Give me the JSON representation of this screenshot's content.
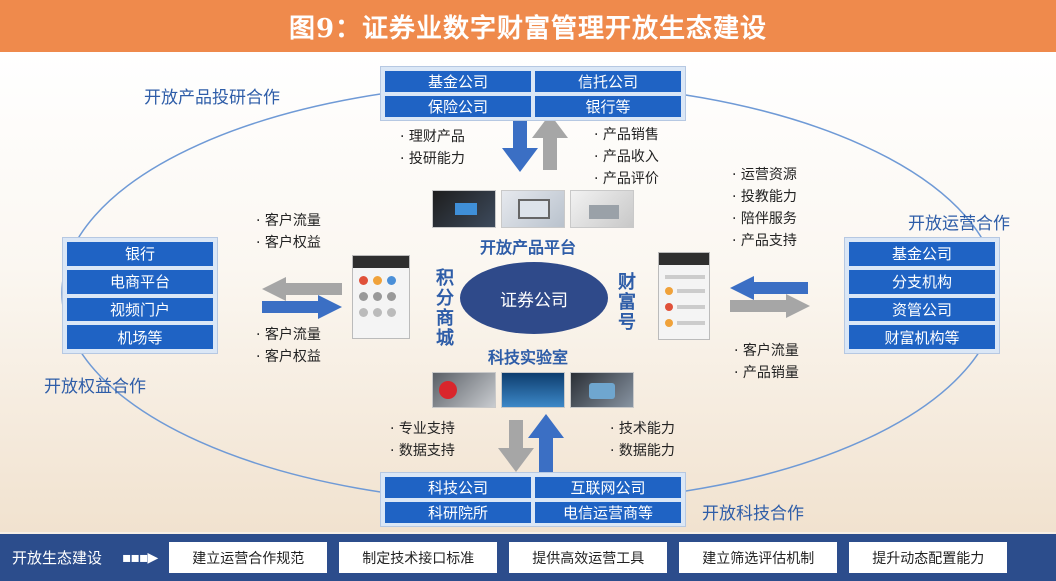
{
  "title": "图9：证券业数字财富管理开放生态建设",
  "center": "证券公司",
  "platforms": {
    "top": "开放产品平台",
    "bottom": "科技实验室",
    "left": "积分商城",
    "right": "财富号"
  },
  "corners": {
    "top_left": "开放产品投研合作",
    "right": "开放运营合作",
    "left": "开放权益合作",
    "bottom_right": "开放科技合作"
  },
  "top_boxes": [
    "基金公司",
    "信托公司",
    "保险公司",
    "银行等"
  ],
  "left_boxes": [
    "银行",
    "电商平台",
    "视频门户",
    "机场等"
  ],
  "right_boxes": [
    "基金公司",
    "分支机构",
    "资管公司",
    "财富机构等"
  ],
  "bottom_boxes": [
    "科技公司",
    "互联网公司",
    "科研院所",
    "电信运营商等"
  ],
  "flows": {
    "top_down": [
      "理财产品",
      "投研能力"
    ],
    "top_up": [
      "产品销售",
      "产品收入",
      "产品评价"
    ],
    "left_upper": [
      "客户流量",
      "客户权益"
    ],
    "left_lower": [
      "客户流量",
      "客户权益"
    ],
    "right_upper": [
      "运营资源",
      "投教能力",
      "陪伴服务",
      "产品支持"
    ],
    "right_lower": [
      "客户流量",
      "产品销量"
    ],
    "bottom_left": [
      "专业支持",
      "数据支持"
    ],
    "bottom_right": [
      "技术能力",
      "数据能力"
    ]
  },
  "footer": {
    "label": "开放生态建设",
    "items": [
      "建立运营合作规范",
      "制定技术接口标准",
      "提供高效运营工具",
      "建立筛选评估机制",
      "提升动态配置能力"
    ]
  },
  "colors": {
    "header": "#ef8a4c",
    "box": "#1f63c4",
    "footer": "#2c4d8c",
    "center": "#2f4a8a",
    "arrow_blue": "#3b6fc4",
    "arrow_gray": "#a6a6a6"
  }
}
